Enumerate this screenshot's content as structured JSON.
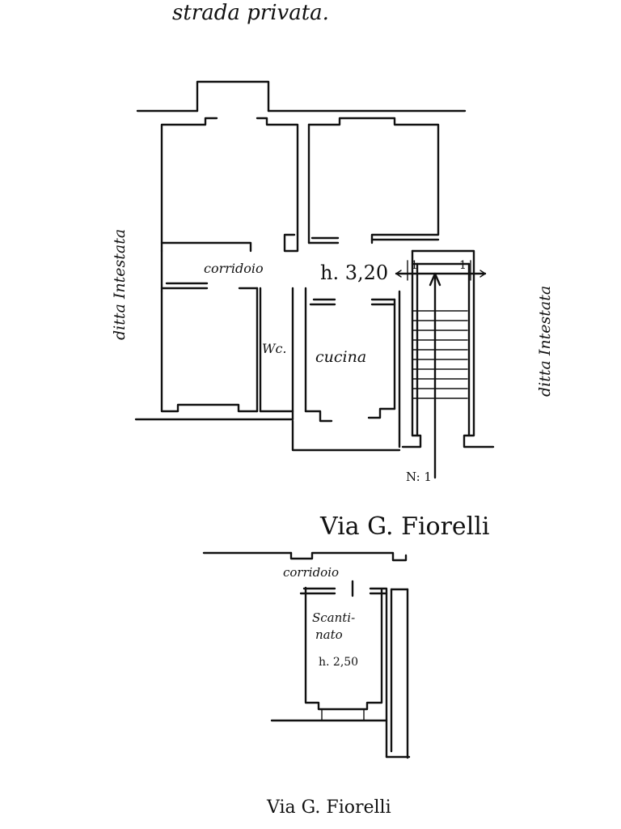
{
  "labels": {
    "top_street": "strada privata.",
    "left_side": "ditta Intestata",
    "right_side": "ditta Intestata",
    "corridoio_main": "corridoio",
    "height_main": "h. 3,20",
    "wc": "Wc.",
    "cucina": "cucina",
    "stair_mark_1": "1",
    "stair_mark_2": "1",
    "number": "N: 1",
    "street_main": "Via G. Fiorelli",
    "corridoio_basement": "corridoio",
    "basement_line1": "Scanti-",
    "basement_line2": "nato",
    "basement_height": "h. 2,50",
    "street_basement": "Via G. Fiorelli"
  }
}
